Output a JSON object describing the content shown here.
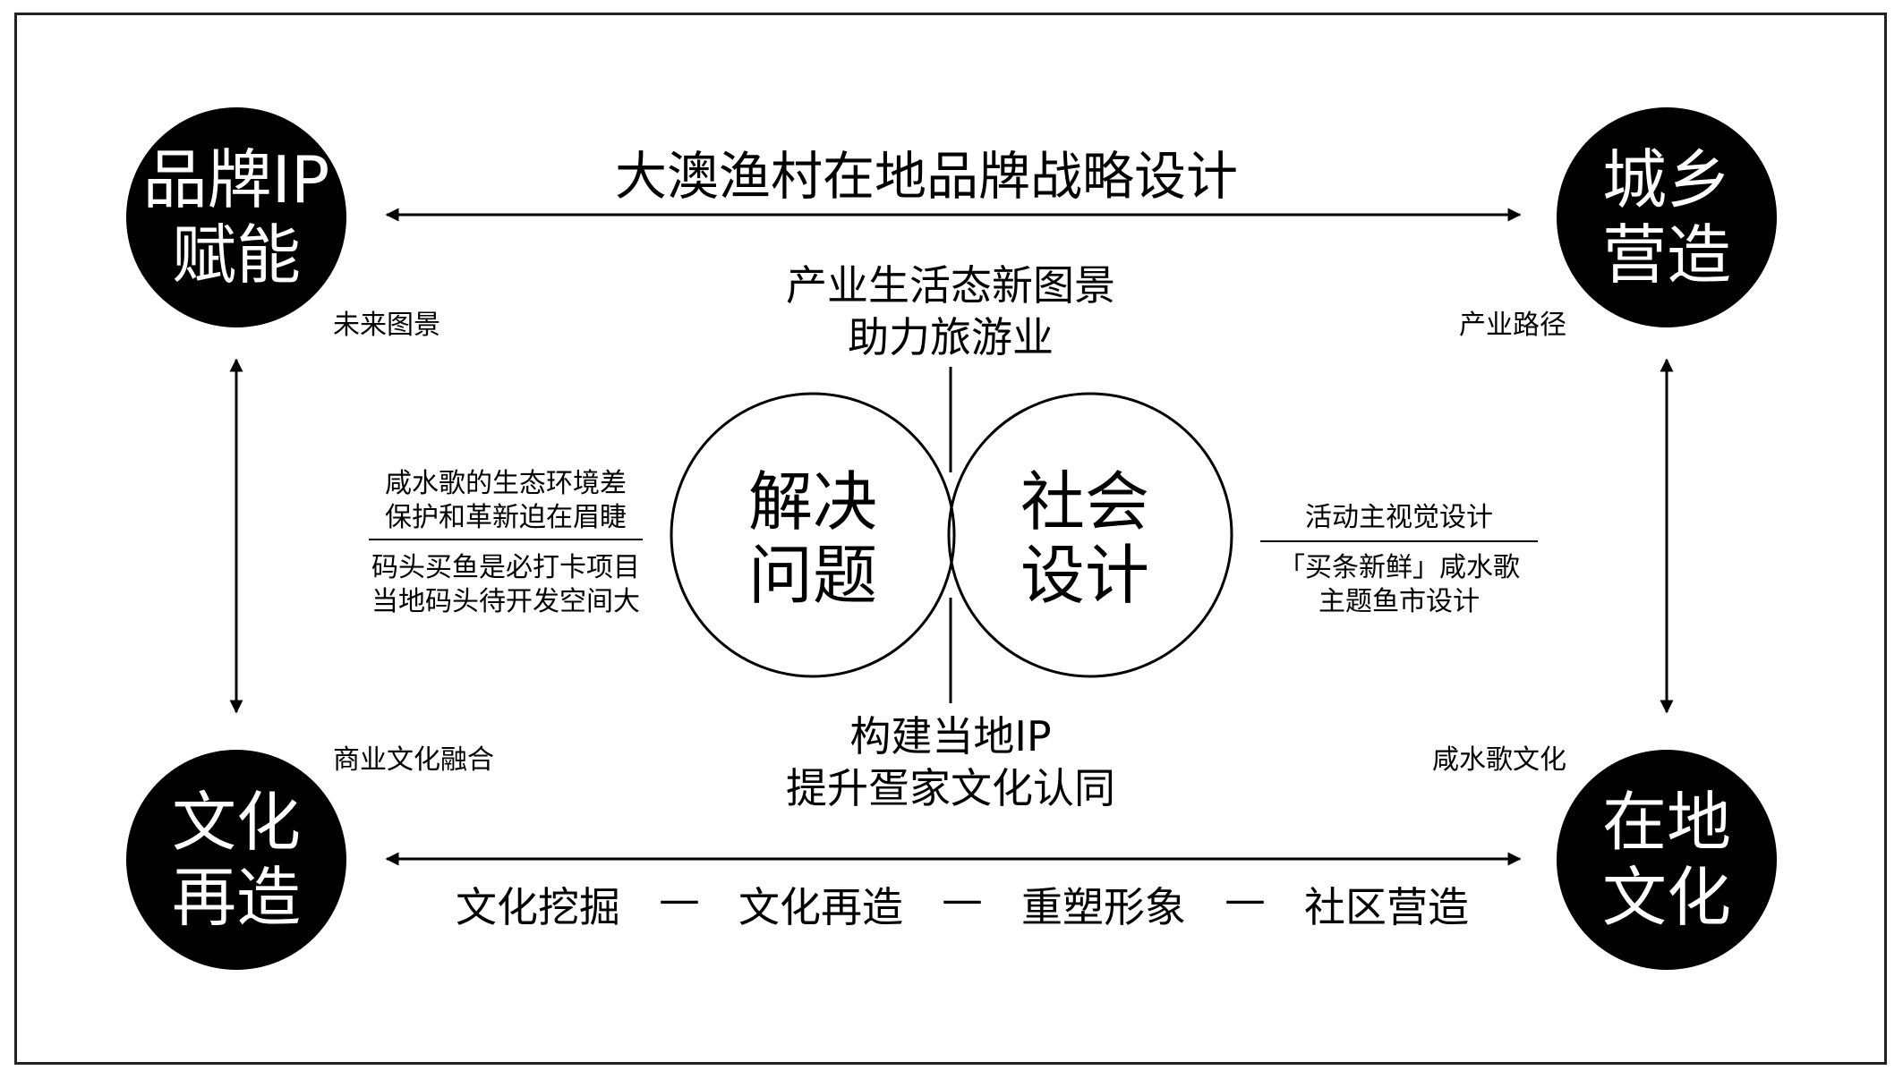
{
  "title": "大澳渔村在地品牌战略设计",
  "corners": {
    "top_left": "品牌IP\n赋能",
    "top_right": "城乡\n营造",
    "bottom_left": "文化\n再造",
    "bottom_right": "在地\n文化"
  },
  "corner_labels": {
    "top_left": "未来图景",
    "top_right": "产业路径",
    "bottom_left": "商业文化融合",
    "bottom_right": "咸水歌文化"
  },
  "center": {
    "top_text": "产业生活态新图景\n助力旅游业",
    "left_circle": "解决\n问题",
    "right_circle": "社会\n设计",
    "bottom_text": "构建当地IP\n提升疍家文化认同"
  },
  "left_notes": {
    "upper": "咸水歌的生态环境差\n保护和革新迫在眉睫",
    "lower": "码头买鱼是必打卡项目\n当地码头待开发空间大"
  },
  "right_notes": {
    "upper": "活动主视觉设计",
    "lower": "「买条新鲜」咸水歌\n主题鱼市设计"
  },
  "bottom_steps": [
    "文化挖掘",
    "文化再造",
    "重塑形象",
    "社区营造"
  ],
  "step_separator": "—"
}
